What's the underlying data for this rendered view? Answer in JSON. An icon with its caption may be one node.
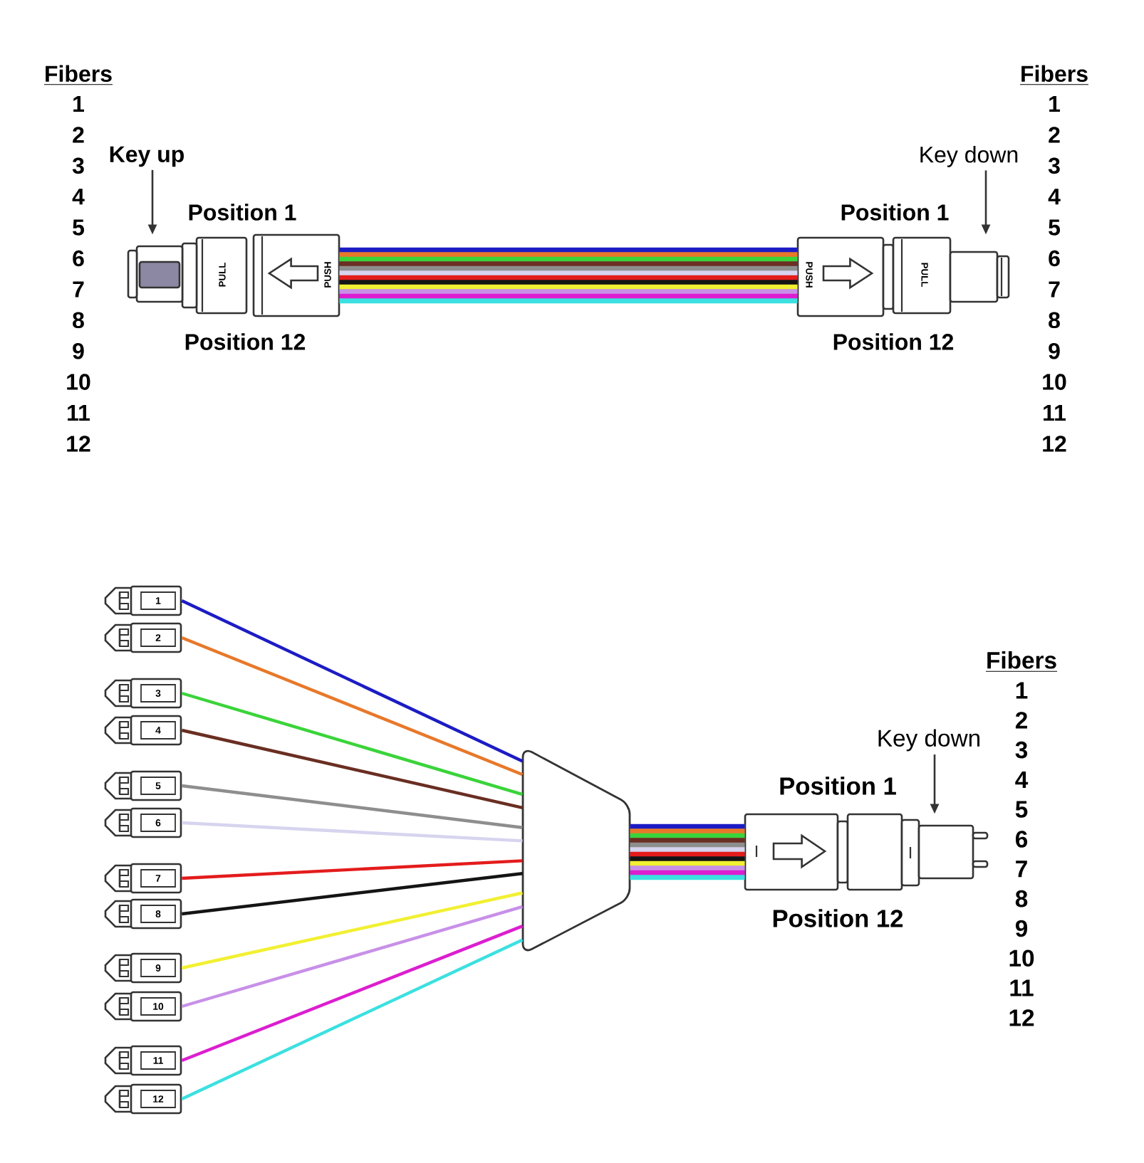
{
  "diagram": {
    "nodes": [
      {
        "text": [
          "Key up"
        ]
      },
      {
        "text": [
          "Key down"
        ]
      },
      {
        "text": [
          "PULL",
          "PUSH"
        ],
        "beside": [
          "Position 1",
          "Position 12"
        ]
      },
      {
        "text": [
          "PUSH",
          "PULL"
        ],
        "beside": [
          "Position 1",
          "Position 12"
        ]
      },
      {
        "text": [
          "1"
        ]
      },
      {
        "text": [
          "2"
        ]
      },
      {
        "text": [
          "3"
        ]
      },
      {
        "text": [
          "4"
        ]
      },
      {
        "text": [
          "5"
        ]
      },
      {
        "text": [
          "6"
        ]
      },
      {
        "text": [
          "7"
        ]
      },
      {
        "text": [
          "8"
        ]
      },
      {
        "text": [
          "9"
        ]
      },
      {
        "text": [
          "10"
        ]
      },
      {
        "text": [
          "11"
        ]
      },
      {
        "text": [
          "12"
        ]
      },
      {
        "text": [],
        "shape": "trapezoid"
      },
      {
        "text": [
          "Key down"
        ]
      },
      {
        "text": [],
        "shape": "picture",
        "beside": [
          "Position 1",
          "Position 12"
        ]
      }
    ],
    "edges": [
      {
        "from": 0,
        "to": 2,
        "arrow": "to"
      },
      {
        "from": 1,
        "to": 3,
        "arrow": "to"
      },
      {
        "from": 2,
        "to": 3,
        "arrow": "none",
        "style": "thick"
      },
      {
        "from": 4,
        "to": 16,
        "arrow": "none",
        "color": "#1c1cc4"
      },
      {
        "from": 5,
        "to": 16,
        "arrow": "none",
        "color": "#e8782a"
      },
      {
        "from": 6,
        "to": 16,
        "arrow": "none",
        "color": "#3ad43a"
      },
      {
        "from": 7,
        "to": 16,
        "arrow": "none",
        "color": "#6a2e22"
      },
      {
        "from": 8,
        "to": 16,
        "arrow": "none",
        "color": "#8e8e8e"
      },
      {
        "from": 9,
        "to": 16,
        "arrow": "none",
        "color": "#d6d4ee"
      },
      {
        "from": 10,
        "to": 16,
        "arrow": "none",
        "color": "#e41c1c"
      },
      {
        "from": 11,
        "to": 16,
        "arrow": "none",
        "color": "#141414"
      },
      {
        "from": 12,
        "to": 16,
        "arrow": "none",
        "color": "#f2f032"
      },
      {
        "from": 13,
        "to": 16,
        "arrow": "none",
        "color": "#c890e8"
      },
      {
        "from": 14,
        "to": 16,
        "arrow": "none",
        "color": "#dc1ed0"
      },
      {
        "from": 15,
        "to": 16,
        "arrow": "none",
        "color": "#3ce0e0"
      },
      {
        "from": 16,
        "to": 18,
        "arrow": "none",
        "style": "thick"
      },
      {
        "from": 17,
        "to": 18,
        "arrow": "to"
      }
    ],
    "labels": [
      "Fibers",
      "1",
      "2",
      "3",
      "4",
      "5",
      "6",
      "7",
      "8",
      "9",
      "10",
      "11",
      "12",
      "Fibers",
      "1",
      "2",
      "3",
      "4",
      "5",
      "6",
      "7",
      "8",
      "9",
      "10",
      "11",
      "12",
      "Fibers",
      "1",
      "2",
      "3",
      "4",
      "5",
      "6",
      "7",
      "8",
      "9",
      "10",
      "11",
      "12"
    ]
  }
}
